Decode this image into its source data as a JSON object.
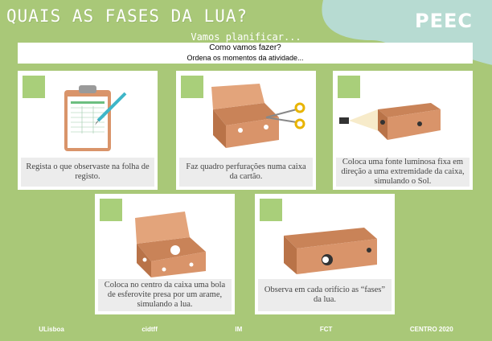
{
  "header": {
    "title": "QUAIS AS FASES DA LUA?",
    "logo": "PEEC"
  },
  "subtitle": "Vamos planificar...",
  "info": {
    "question": "Como vamos fazer?",
    "hint": "Ordena os momentos da atividade..."
  },
  "cards": [
    {
      "caption": "Regista o que observaste na folha de registo."
    },
    {
      "caption": "Faz quadro perfurações numa caixa da cartão."
    },
    {
      "caption": "Coloca uma fonte luminosa fixa em direção a uma extremidade da caixa, simulando o Sol."
    },
    {
      "caption": "Coloca no centro da caixa uma bola de esferovite presa por um arame, simulando a lua."
    },
    {
      "caption": "Observa em cada orifício as “fases” da lua."
    }
  ],
  "footer": {
    "logos": [
      "ULisboa",
      "cidtff",
      "IM",
      "FCT",
      "CENTRO 2020"
    ]
  },
  "colors": {
    "background": "#a9c878",
    "accent_square": "#a9cf7a",
    "box": "#d9946a",
    "blob": "#b7dbd2"
  }
}
